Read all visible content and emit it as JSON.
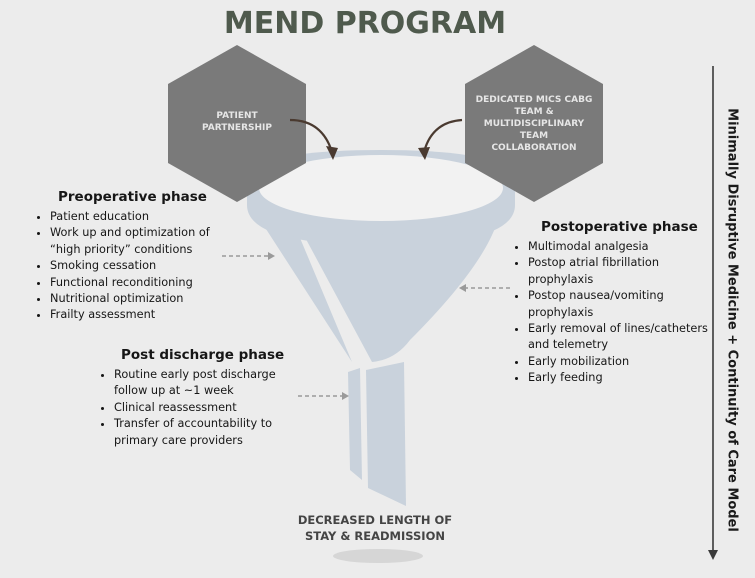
{
  "title": "MEND PROGRAM",
  "hexagons": {
    "left": "PATIENT PARTNERSHIP",
    "right_lines": [
      "DEDICATED MICS CABG",
      "TEAM &",
      "MULTIDISCIPLINARY",
      "TEAM",
      "COLLABORATION"
    ]
  },
  "preoperative": {
    "heading": "Preoperative phase",
    "items": [
      "Patient education",
      "Work up and optimization of “high priority” conditions",
      "Smoking cessation",
      "Functional reconditioning",
      "Nutritional optimization",
      "Frailty assessment"
    ]
  },
  "postoperative": {
    "heading": "Postoperative phase",
    "items": [
      "Multimodal analgesia",
      "Postop atrial fibrillation prophylaxis",
      "Postop nausea/vomiting prophylaxis",
      "Early removal of lines/catheters and telemetry",
      "Early mobilization",
      "Early feeding"
    ]
  },
  "post_discharge": {
    "heading": "Post discharge phase",
    "items": [
      "Routine early post discharge follow up at ~1 week",
      "Clinical reassessment",
      "Transfer of accountability to primary care providers"
    ]
  },
  "outcome": [
    "DECREASED LENGTH OF",
    "STAY & READMISSION"
  ],
  "side_label": "Minimally Disruptive Medicine + Continuity of Care Model",
  "colors": {
    "title": "#4f5a4d",
    "hexagon": "#7a7a7a",
    "funnel": "#c9d2dc",
    "funnel_dark": "#b8c3cf",
    "arrow": "#4a3a30",
    "background": "#ececec"
  }
}
